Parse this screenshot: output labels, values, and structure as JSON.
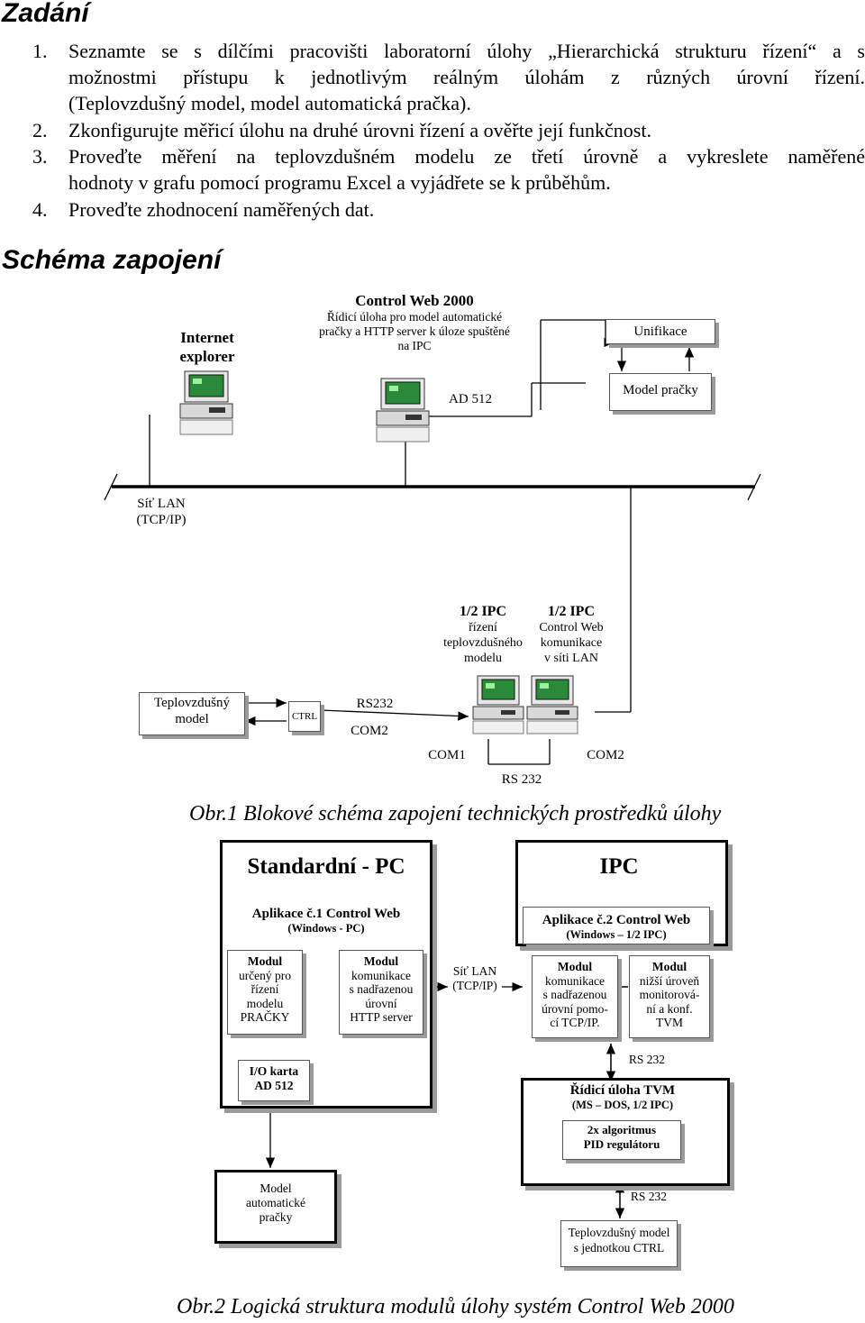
{
  "heading_task": "Zadání",
  "tasks": [
    {
      "num": "1.",
      "lines": [
        "Seznamte se s dílčími pracovišti laboratorní úlohy „Hierarchická strukturu řízení“ a s",
        "možnostmi přístupu k jednotlivým reálným úlohám z různých úrovní řízení.",
        "(Teplovzdušný model, model automatická pračka)."
      ]
    },
    {
      "num": "2.",
      "lines": [
        "Zkonfigurujte měřicí úlohu na druhé úrovni řízení a ověřte její funkčnost."
      ]
    },
    {
      "num": "3.",
      "lines": [
        "Proveďte měření na teplovzdušném modelu ze třetí úrovně a vykreslete naměřené",
        "hodnoty v grafu pomocí programu Excel a vyjádřete se k průběhům."
      ]
    },
    {
      "num": "4.",
      "lines": [
        "Proveďte zhodnocení naměřených dat."
      ]
    }
  ],
  "heading_schema": "Schéma zapojení",
  "fig1": {
    "ie_line1": "Internet",
    "ie_line2": "explorer",
    "cw_title": "Control Web 2000",
    "cw_line1": "Řídicí úloha  pro model automatické",
    "cw_line2": "pračky a HTTP server k úloze spuštěné",
    "cw_line3": "na IPC",
    "unifikace": "Unifikace",
    "model_pracky": "Model pračky",
    "ad512": "AD 512",
    "lan_line1": "Síť LAN",
    "lan_line2": "(TCP/IP)",
    "ipc1_title": "1/2 IPC",
    "ipc1_line1": "řízení",
    "ipc1_line2": "teplovzdušného",
    "ipc1_line3": "modelu",
    "ipc2_title": "1/2 IPC",
    "ipc2_line1": "Control  Web",
    "ipc2_line2": "komunikace",
    "ipc2_line3": "v síti LAN",
    "teplo_line1": "Teplovzdušný",
    "teplo_line2": "model",
    "ctrl": "CTRL",
    "rs232": "RS232",
    "com2_left": "COM2",
    "com1": "COM1",
    "com2_right": "COM2",
    "rs232_bottom": "RS 232",
    "caption": "Obr.1 Blokové schéma zapojení technických prostředků úlohy"
  },
  "fig2": {
    "std_title": "Standardní - PC",
    "ipc_title": "IPC",
    "app1_title": "Aplikace č.1 Control Web",
    "app1_sub": "(Windows - PC)",
    "app2_title": "Aplikace č.2 Control Web",
    "app2_sub": "(Windows – 1/2 IPC)",
    "mod1_lines": [
      "Modul",
      "určený pro",
      "řízení",
      "modelu",
      "PRAČKY"
    ],
    "mod2_lines": [
      "Modul",
      "komunikace",
      "s nadřazenou",
      "úrovní",
      "HTTP server"
    ],
    "lan_line1": "Síť LAN",
    "lan_line2": "(TCP/IP)",
    "mod3_lines": [
      "Modul",
      "komunikace",
      "s nadřazenou",
      "úrovní pomo-",
      "cí TCP/IP."
    ],
    "mod4_lines": [
      "Modul",
      "nižší úroveň",
      "monitorová-",
      "ní a konf.",
      "TVM"
    ],
    "io_line1": "I/O karta",
    "io_line2": "AD 512",
    "rs232_a": "RS 232",
    "tvm_title": "Řídicí úloha TVM",
    "tvm_sub": "(MS – DOS, 1/2 IPC)",
    "pid_line1": "2x algoritmus",
    "pid_line2": "PID regulátoru",
    "model_line1": "Model",
    "model_line2": "automatické",
    "model_line3": "pračky",
    "rs232_b": "RS 232",
    "teplo_line1": "Teplovzdušný model",
    "teplo_line2": "s jednotkou CTRL",
    "caption": "Obr.2 Logická struktura modulů úlohy systém Control Web 2000"
  }
}
